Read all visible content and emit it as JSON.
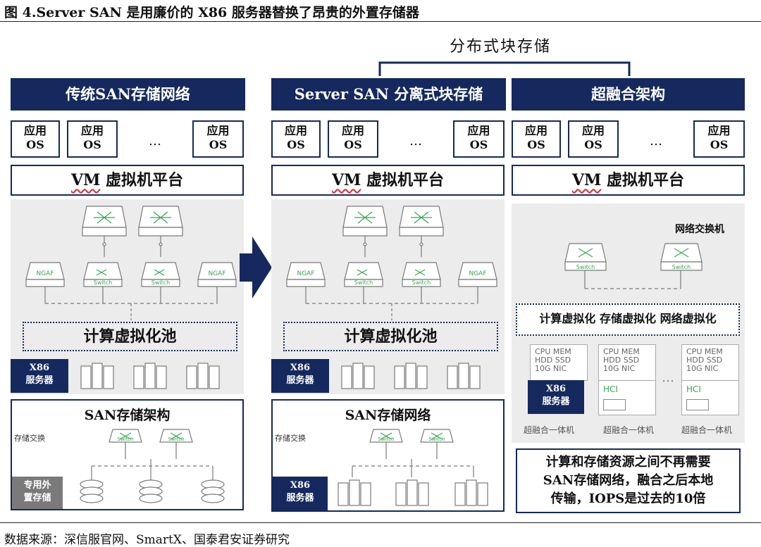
{
  "figure_title": "图 4.Server SAN 是用廉价的 X86 服务器替换了昂贵的外置存储器",
  "group_label": "分布式块存储",
  "columns": [
    {
      "header": "传统SAN存储网络",
      "apps": [
        {
          "l1": "应用",
          "l2": "OS"
        },
        {
          "l1": "应用",
          "l2": "OS"
        },
        {
          "l1": "应用",
          "l2": "OS"
        }
      ],
      "ellipsis": "…",
      "vm": {
        "prefix": "VM",
        "rest": " 虚拟机平台"
      },
      "ngaf": "NGAF",
      "switch": "Switch",
      "pool": "计算虚拟化池",
      "server_tag": {
        "l1": "X86",
        "l2": "服务器"
      },
      "storage_title": "SAN存储架构",
      "storage_switch_label": "存储交换",
      "storage_tag": {
        "l1": "专用外",
        "l2": "置存储"
      }
    },
    {
      "header": "Server SAN 分离式块存储",
      "apps": [
        {
          "l1": "应用",
          "l2": "OS"
        },
        {
          "l1": "应用",
          "l2": "OS"
        },
        {
          "l1": "应用",
          "l2": "OS"
        }
      ],
      "ellipsis": "…",
      "vm": {
        "prefix": "VM",
        "rest": " 虚拟机平台"
      },
      "ngaf": "NGAF",
      "switch": "Switch",
      "pool": "计算虚拟化池",
      "server_tag": {
        "l1": "X86",
        "l2": "服务器"
      },
      "storage_title": "SAN存储网络",
      "storage_switch_label": "存储交换",
      "storage_tag": {
        "l1": "X86",
        "l2": "服务器"
      }
    },
    {
      "header": "超融合架构",
      "apps": [
        {
          "l1": "应用",
          "l2": "OS"
        },
        {
          "l1": "应用",
          "l2": "OS"
        },
        {
          "l1": "应用",
          "l2": "OS"
        }
      ],
      "ellipsis": "…",
      "vm": {
        "prefix": "VM",
        "rest": " 虚拟机平台"
      },
      "switch_label": "网络交换机",
      "switch": "Switch",
      "virtualization": "计算虚拟化 存储虚拟化 网络虚拟化",
      "spec_line1": "CPU  MEM",
      "spec_line2": "HDD  SSD",
      "spec_line3": "10G NIC",
      "hci": "HCI",
      "server_tag": {
        "l1": "X86",
        "l2": "服务器"
      },
      "appliance_label": "超融合一体机",
      "ellipsis2": "…",
      "note": [
        "计算和存储资源之间不再需要",
        "SAN存储网络，融合之后本地",
        "传输，IOPS是过去的10倍"
      ]
    }
  ],
  "source": "数据来源：深信服官网、SmartX、国泰君安证券研究",
  "colors": {
    "navy": "#15295e",
    "gray_panel": "#ececec",
    "icon_stroke": "#7a7a7a",
    "switch_green": "#3aa655"
  }
}
